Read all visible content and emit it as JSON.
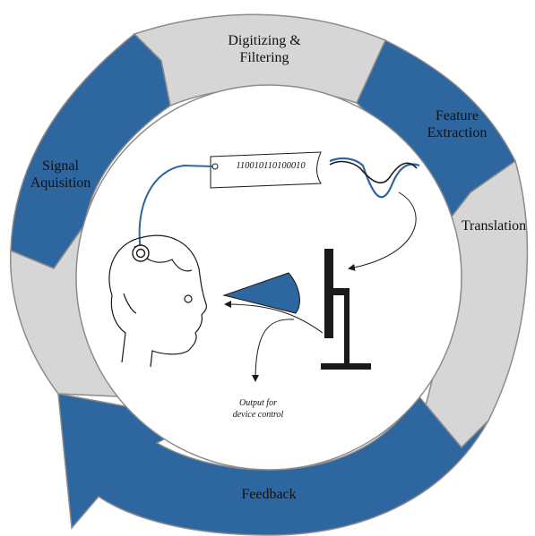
{
  "cycle": {
    "stages": [
      {
        "id": "signal-acquisition",
        "label": "Signal\nAquisition"
      },
      {
        "id": "digitizing-filtering",
        "label": "Digitizing &\nFiltering"
      },
      {
        "id": "feature-extraction",
        "label": "Feature\nExtraction"
      },
      {
        "id": "translation",
        "label": "Translation"
      },
      {
        "id": "feedback",
        "label": "Feedback"
      }
    ]
  },
  "center": {
    "binary_string": "110010110100010",
    "output_label": "Output for\ndevice control"
  },
  "colors": {
    "blue": "#2e66a0",
    "gray": "#d6d6d6",
    "outline": "#8c8c8c",
    "ink": "#1a1a1a"
  },
  "icons": [
    "head-icon",
    "electrode-icon",
    "monitor-icon",
    "display-beam-icon",
    "signal-waveform-icon",
    "data-strip-icon"
  ]
}
